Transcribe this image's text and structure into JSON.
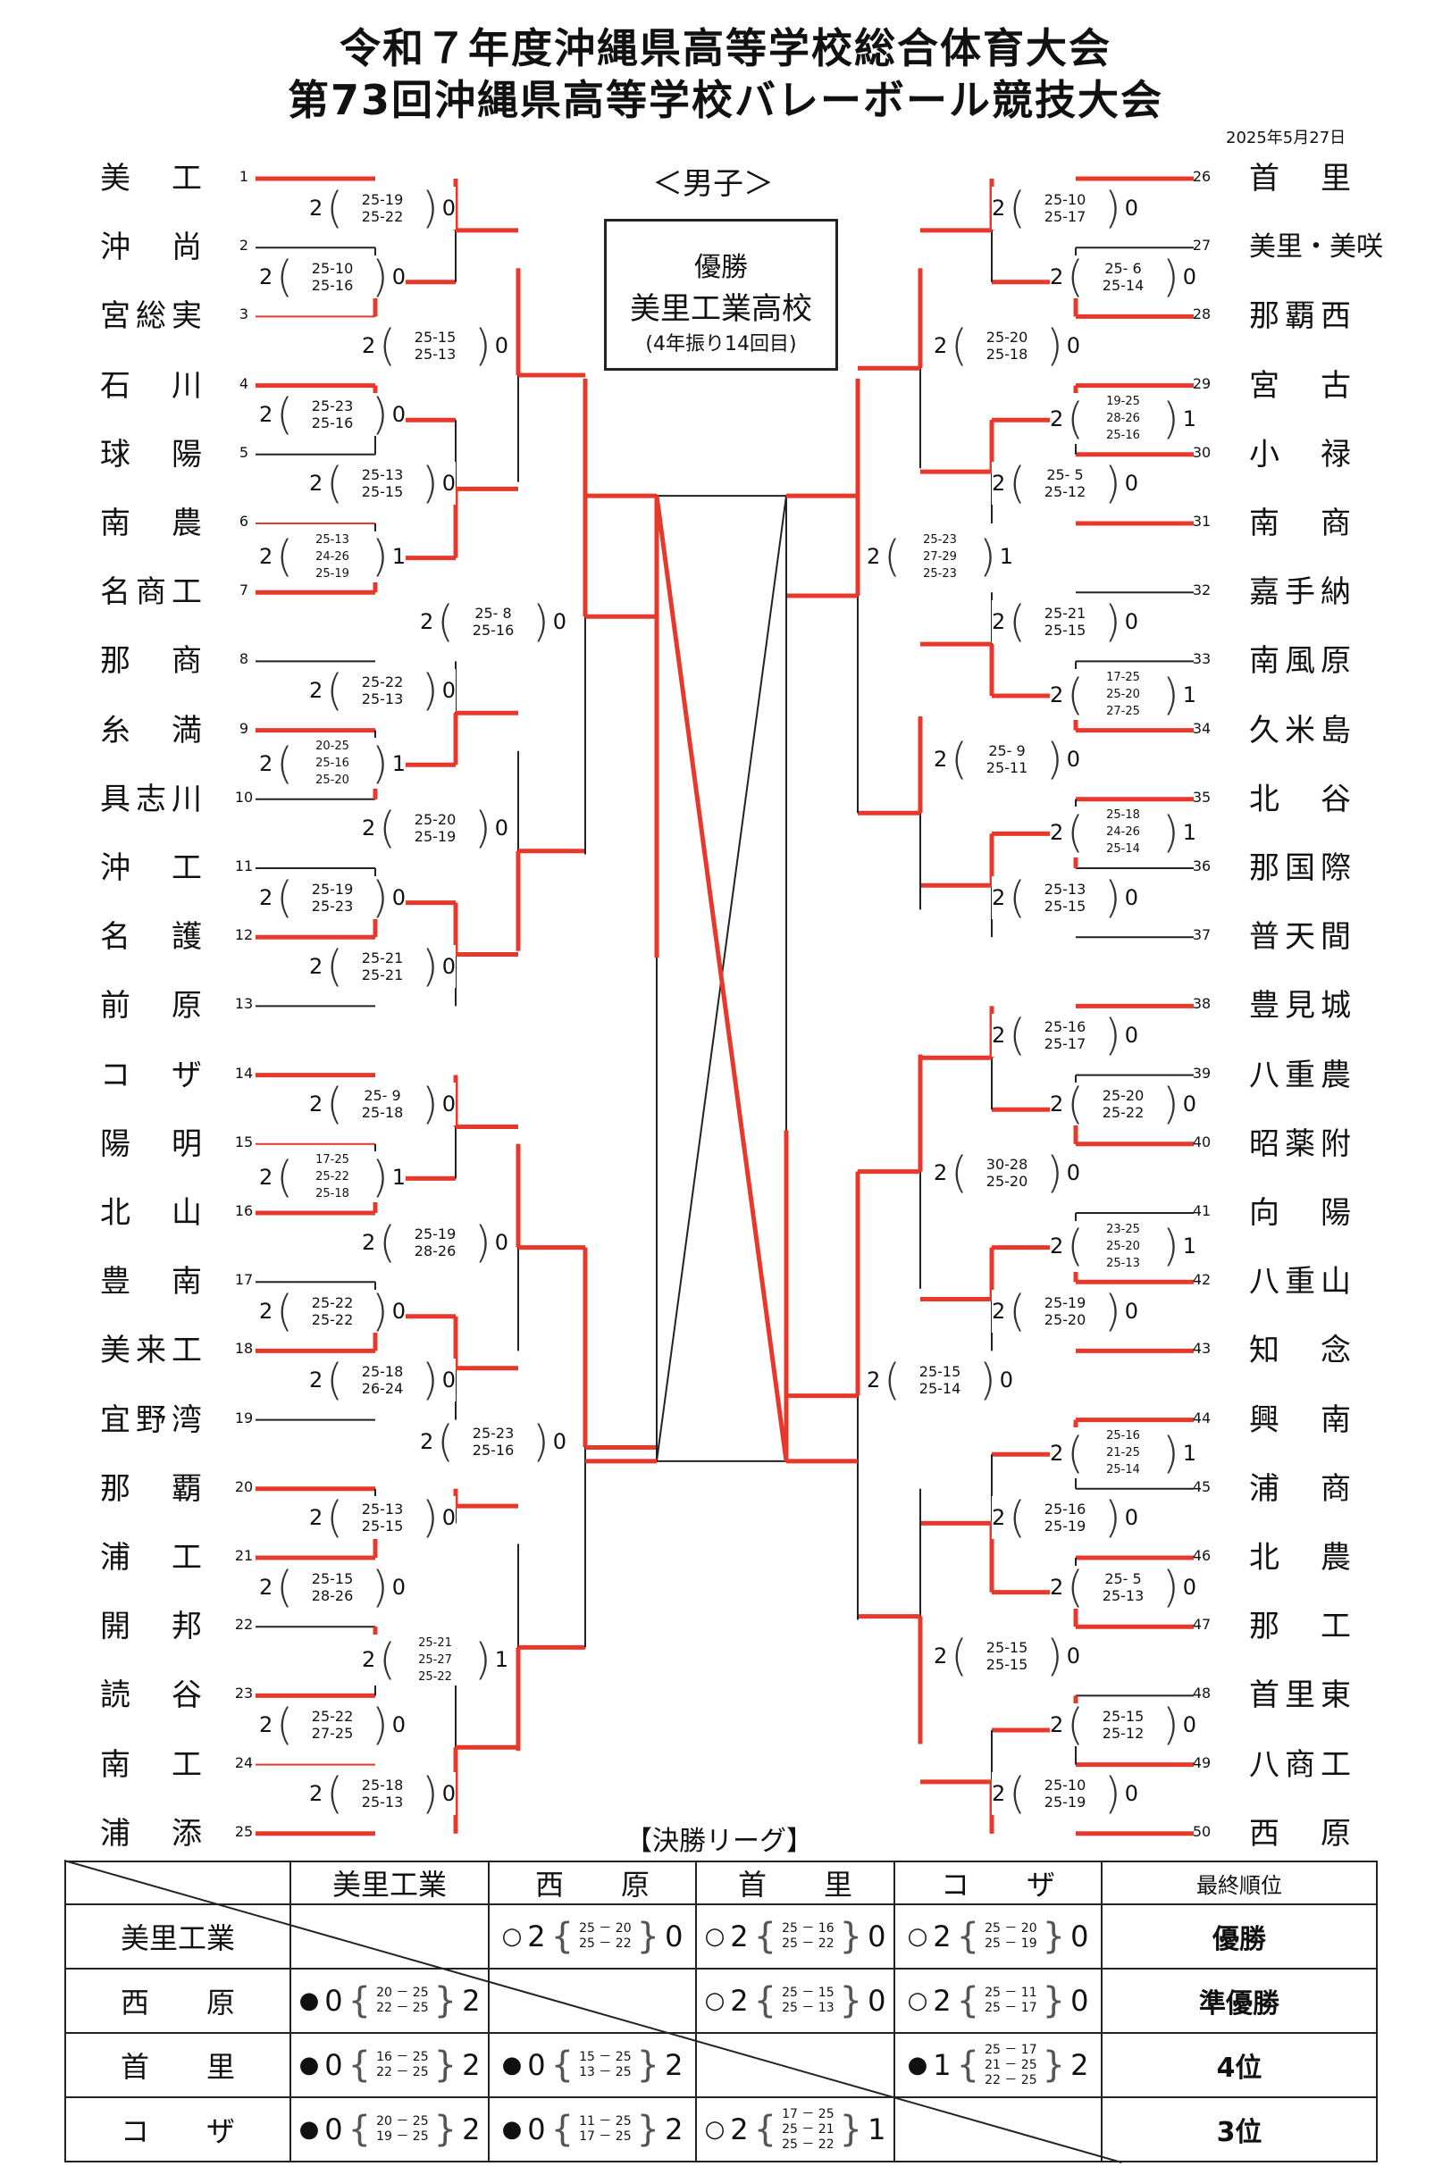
{
  "title1": "令和７年度沖縄県高等学校総合体育大会",
  "title2": "第73回沖縄県高等学校バレーボール競技大会",
  "date": "2025年5月27日",
  "division": "＜男子＞",
  "champion": {
    "label": "優勝",
    "school": "美里工業高校",
    "note": "(4年振り14回目)"
  },
  "left_teams": [
    {
      "name": "美　工",
      "seed": "1"
    },
    {
      "name": "沖　尚",
      "seed": "2"
    },
    {
      "name": "宮総実",
      "seed": "3"
    },
    {
      "name": "石　川",
      "seed": "4"
    },
    {
      "name": "球　陽",
      "seed": "5"
    },
    {
      "name": "南　農",
      "seed": "6"
    },
    {
      "name": "名商工",
      "seed": "7"
    },
    {
      "name": "那　商",
      "seed": "8"
    },
    {
      "name": "糸　満",
      "seed": "9"
    },
    {
      "name": "具志川",
      "seed": "10"
    },
    {
      "name": "沖　工",
      "seed": "11"
    },
    {
      "name": "名　護",
      "seed": "12"
    },
    {
      "name": "前　原",
      "seed": "13"
    },
    {
      "name": "コ　ザ",
      "seed": "14"
    },
    {
      "name": "陽　明",
      "seed": "15"
    },
    {
      "name": "北　山",
      "seed": "16"
    },
    {
      "name": "豊　南",
      "seed": "17"
    },
    {
      "name": "美来工",
      "seed": "18"
    },
    {
      "name": "宜野湾",
      "seed": "19"
    },
    {
      "name": "那　覇",
      "seed": "20"
    },
    {
      "name": "浦　工",
      "seed": "21"
    },
    {
      "name": "開　邦",
      "seed": "22"
    },
    {
      "name": "読　谷",
      "seed": "23"
    },
    {
      "name": "南　工",
      "seed": "24"
    },
    {
      "name": "浦　添",
      "seed": "25"
    }
  ],
  "right_teams": [
    {
      "name": "首　里",
      "seed": "26"
    },
    {
      "name": "美里・美咲",
      "seed": "27"
    },
    {
      "name": "那覇西",
      "seed": "28"
    },
    {
      "name": "宮　古",
      "seed": "29"
    },
    {
      "name": "小　禄",
      "seed": "30"
    },
    {
      "name": "南　商",
      "seed": "31"
    },
    {
      "name": "嘉手納",
      "seed": "32"
    },
    {
      "name": "南風原",
      "seed": "33"
    },
    {
      "name": "久米島",
      "seed": "34"
    },
    {
      "name": "北　谷",
      "seed": "35"
    },
    {
      "name": "那国際",
      "seed": "36"
    },
    {
      "name": "普天間",
      "seed": "37"
    },
    {
      "name": "豊見城",
      "seed": "38"
    },
    {
      "name": "八重農",
      "seed": "39"
    },
    {
      "name": "昭薬附",
      "seed": "40"
    },
    {
      "name": "向　陽",
      "seed": "41"
    },
    {
      "name": "八重山",
      "seed": "42"
    },
    {
      "name": "知　念",
      "seed": "43"
    },
    {
      "name": "興　南",
      "seed": "44"
    },
    {
      "name": "浦　商",
      "seed": "45"
    },
    {
      "name": "北　農",
      "seed": "46"
    },
    {
      "name": "那　工",
      "seed": "47"
    },
    {
      "name": "首里東",
      "seed": "48"
    },
    {
      "name": "八商工",
      "seed": "49"
    },
    {
      "name": "西　原",
      "seed": "50"
    }
  ],
  "matches": [
    {
      "w": "2",
      "s": [
        "25-19",
        "25-22"
      ],
      "l": "0"
    },
    {
      "w": "2",
      "s": [
        "25-10",
        "25-16"
      ],
      "l": "0"
    },
    {
      "w": "2",
      "s": [
        "25-15",
        "25-13"
      ],
      "l": "0"
    },
    {
      "w": "2",
      "s": [
        "25-23",
        "25-16"
      ],
      "l": "0"
    },
    {
      "w": "2",
      "s": [
        "25-13",
        "25-15"
      ],
      "l": "0"
    },
    {
      "w": "2",
      "s": [
        "25-13",
        "24-26",
        "25-19"
      ],
      "l": "1"
    },
    {
      "w": "2",
      "s": [
        "25- 8",
        "25-16"
      ],
      "l": "0"
    },
    {
      "w": "2",
      "s": [
        "25-22",
        "25-13"
      ],
      "l": "0"
    },
    {
      "w": "2",
      "s": [
        "20-25",
        "25-16",
        "25-20"
      ],
      "l": "1"
    },
    {
      "w": "2",
      "s": [
        "25-20",
        "25-19"
      ],
      "l": "0"
    },
    {
      "w": "2",
      "s": [
        "25-19",
        "25-23"
      ],
      "l": "0"
    },
    {
      "w": "2",
      "s": [
        "25-21",
        "25-21"
      ],
      "l": "0"
    },
    {
      "w": "2",
      "s": [
        "25- 9",
        "25-18"
      ],
      "l": "0"
    },
    {
      "w": "2",
      "s": [
        "17-25",
        "25-22",
        "25-18"
      ],
      "l": "1"
    },
    {
      "w": "2",
      "s": [
        "25-19",
        "28-26"
      ],
      "l": "0"
    },
    {
      "w": "2",
      "s": [
        "25-22",
        "25-22"
      ],
      "l": "0"
    },
    {
      "w": "2",
      "s": [
        "25-18",
        "26-24"
      ],
      "l": "0"
    },
    {
      "w": "2",
      "s": [
        "25-23",
        "25-16"
      ],
      "l": "0"
    },
    {
      "w": "2",
      "s": [
        "25-13",
        "25-15"
      ],
      "l": "0"
    },
    {
      "w": "2",
      "s": [
        "25-15",
        "28-26"
      ],
      "l": "0"
    },
    {
      "w": "2",
      "s": [
        "25-21",
        "25-27",
        "25-22"
      ],
      "l": "1"
    },
    {
      "w": "2",
      "s": [
        "25-22",
        "27-25"
      ],
      "l": "0"
    },
    {
      "w": "2",
      "s": [
        "25-18",
        "25-13"
      ],
      "l": "0"
    },
    {
      "w": "2",
      "s": [
        "25-10",
        "25-17"
      ],
      "l": "0"
    },
    {
      "w": "2",
      "s": [
        "25- 6",
        "25-14"
      ],
      "l": "0"
    },
    {
      "w": "2",
      "s": [
        "25-20",
        "25-18"
      ],
      "l": "0"
    },
    {
      "w": "2",
      "s": [
        "19-25",
        "28-26",
        "25-16"
      ],
      "l": "1"
    },
    {
      "w": "2",
      "s": [
        "25- 5",
        "25-12"
      ],
      "l": "0"
    },
    {
      "w": "2",
      "s": [
        "25-23",
        "27-29",
        "25-23"
      ],
      "l": "1"
    },
    {
      "w": "2",
      "s": [
        "25-21",
        "25-15"
      ],
      "l": "0"
    },
    {
      "w": "2",
      "s": [
        "17-25",
        "25-20",
        "27-25"
      ],
      "l": "1"
    },
    {
      "w": "2",
      "s": [
        "25- 9",
        "25-11"
      ],
      "l": "0"
    },
    {
      "w": "2",
      "s": [
        "25-18",
        "24-26",
        "25-14"
      ],
      "l": "1"
    },
    {
      "w": "2",
      "s": [
        "25-13",
        "25-15"
      ],
      "l": "0"
    },
    {
      "w": "2",
      "s": [
        "25-16",
        "25-17"
      ],
      "l": "0"
    },
    {
      "w": "2",
      "s": [
        "25-20",
        "25-22"
      ],
      "l": "0"
    },
    {
      "w": "2",
      "s": [
        "30-28",
        "25-20"
      ],
      "l": "0"
    },
    {
      "w": "2",
      "s": [
        "23-25",
        "25-20",
        "25-13"
      ],
      "l": "1"
    },
    {
      "w": "2",
      "s": [
        "25-19",
        "25-20"
      ],
      "l": "0"
    },
    {
      "w": "2",
      "s": [
        "25-15",
        "25-14"
      ],
      "l": "0"
    },
    {
      "w": "2",
      "s": [
        "25-16",
        "21-25",
        "25-14"
      ],
      "l": "1"
    },
    {
      "w": "2",
      "s": [
        "25-16",
        "25-19"
      ],
      "l": "0"
    },
    {
      "w": "2",
      "s": [
        "25- 5",
        "25-13"
      ],
      "l": "0"
    },
    {
      "w": "2",
      "s": [
        "25-15",
        "25-15"
      ],
      "l": "0"
    },
    {
      "w": "2",
      "s": [
        "25-15",
        "25-12"
      ],
      "l": "0"
    },
    {
      "w": "2",
      "s": [
        "25-10",
        "25-19"
      ],
      "l": "0"
    }
  ],
  "league": {
    "title": "【決勝リーグ】",
    "headers": [
      "美里工業",
      "西　　原",
      "首　　里",
      "コ　　ザ",
      "最終順位"
    ],
    "rows": [
      {
        "team": "美里工業",
        "rank": "優勝",
        "cells": [
          null,
          {
            "mk": "○",
            "w": "2",
            "s": [
              "25 － 20",
              "25 － 22"
            ],
            "l": "0"
          },
          {
            "mk": "○",
            "w": "2",
            "s": [
              "25 － 16",
              "25 － 22"
            ],
            "l": "0"
          },
          {
            "mk": "○",
            "w": "2",
            "s": [
              "25 － 20",
              "25 － 19"
            ],
            "l": "0"
          }
        ]
      },
      {
        "team": "西　　原",
        "rank": "準優勝",
        "cells": [
          {
            "mk": "●",
            "w": "0",
            "s": [
              "20 － 25",
              "22 － 25"
            ],
            "l": "2"
          },
          null,
          {
            "mk": "○",
            "w": "2",
            "s": [
              "25 － 15",
              "25 － 13"
            ],
            "l": "0"
          },
          {
            "mk": "○",
            "w": "2",
            "s": [
              "25 － 11",
              "25 － 17"
            ],
            "l": "0"
          }
        ]
      },
      {
        "team": "首　　里",
        "rank": "4位",
        "cells": [
          {
            "mk": "●",
            "w": "0",
            "s": [
              "16 － 25",
              "22 － 25"
            ],
            "l": "2"
          },
          {
            "mk": "●",
            "w": "0",
            "s": [
              "15 － 25",
              "13 － 25"
            ],
            "l": "2"
          },
          null,
          {
            "mk": "●",
            "w": "1",
            "s": [
              "25 － 17",
              "21 － 25",
              "22 － 25"
            ],
            "l": "2"
          }
        ]
      },
      {
        "team": "コ　　ザ",
        "rank": "3位",
        "cells": [
          {
            "mk": "●",
            "w": "0",
            "s": [
              "20 － 25",
              "19 － 25"
            ],
            "l": "2"
          },
          {
            "mk": "●",
            "w": "0",
            "s": [
              "11 － 25",
              "17 － 25"
            ],
            "l": "2"
          },
          {
            "mk": "○",
            "w": "2",
            "s": [
              "17 － 25",
              "25 － 21",
              "25 － 22"
            ],
            "l": "1"
          },
          null
        ]
      }
    ]
  },
  "colors": {
    "win_line": "#e8382b",
    "line": "#222222"
  }
}
